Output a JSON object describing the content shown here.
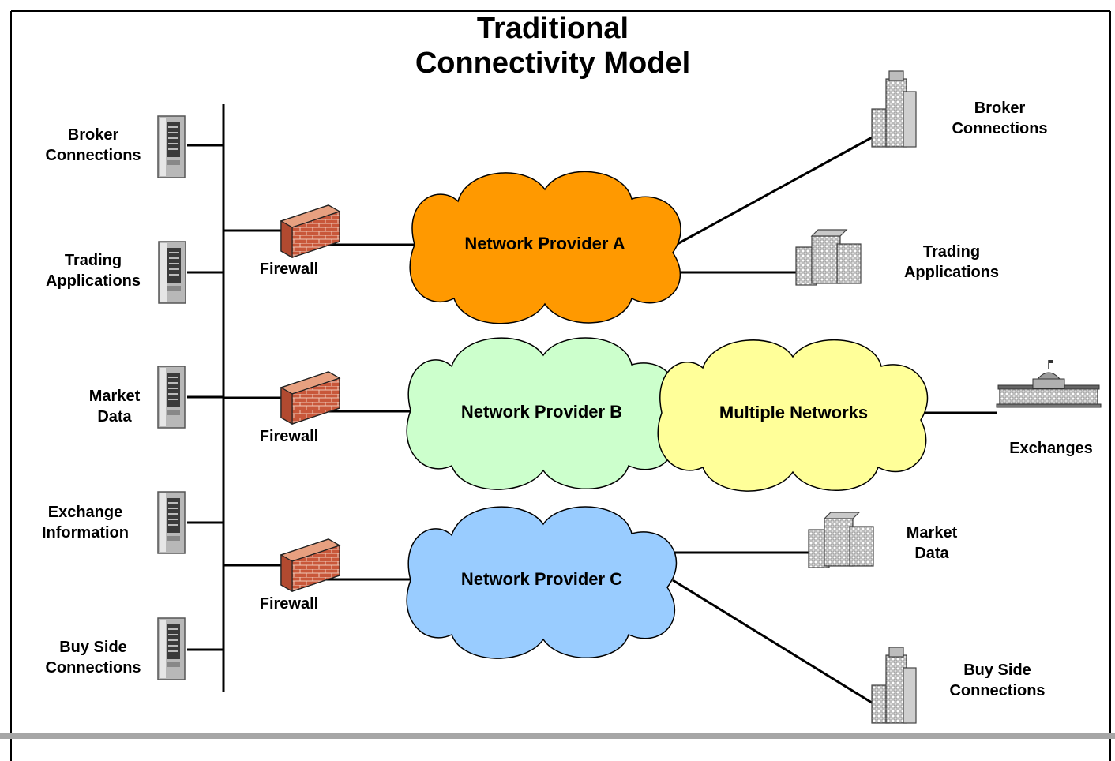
{
  "title": {
    "line1": "Traditional",
    "line2": "Connectivity Model"
  },
  "left_nodes": [
    {
      "line1": "Broker",
      "line2": "Connections",
      "icon": "server-icon"
    },
    {
      "line1": "Trading",
      "line2": "Applications",
      "icon": "server-icon"
    },
    {
      "line1": "Market",
      "line2": "Data",
      "icon": "server-icon"
    },
    {
      "line1": "Exchange",
      "line2": "Information",
      "icon": "server-icon"
    },
    {
      "line1": "Buy Side",
      "line2": "Connections",
      "icon": "server-icon"
    }
  ],
  "firewalls": [
    {
      "label": "Firewall",
      "icon": "firewall-icon"
    },
    {
      "label": "Firewall",
      "icon": "firewall-icon"
    },
    {
      "label": "Firewall",
      "icon": "firewall-icon"
    }
  ],
  "clouds": {
    "a": {
      "label": "Network Provider A",
      "color": "#FF9900"
    },
    "b": {
      "label": "Network Provider B",
      "color": "#CCFFCC"
    },
    "multi": {
      "label": "Multiple Networks",
      "color": "#FFFF99"
    },
    "c": {
      "label": "Network Provider C",
      "color": "#99CCFF"
    }
  },
  "right_nodes": {
    "broker": {
      "line1": "Broker",
      "line2": "Connections",
      "icon": "office-building-icon"
    },
    "trading": {
      "line1": "Trading",
      "line2": "Applications",
      "icon": "office-building-icon"
    },
    "exchanges": {
      "label": "Exchanges",
      "icon": "exchange-building-icon"
    },
    "market": {
      "line1": "Market",
      "line2": "Data",
      "icon": "office-building-icon"
    },
    "buyside": {
      "line1": "Buy Side",
      "line2": "Connections",
      "icon": "office-building-icon"
    }
  }
}
